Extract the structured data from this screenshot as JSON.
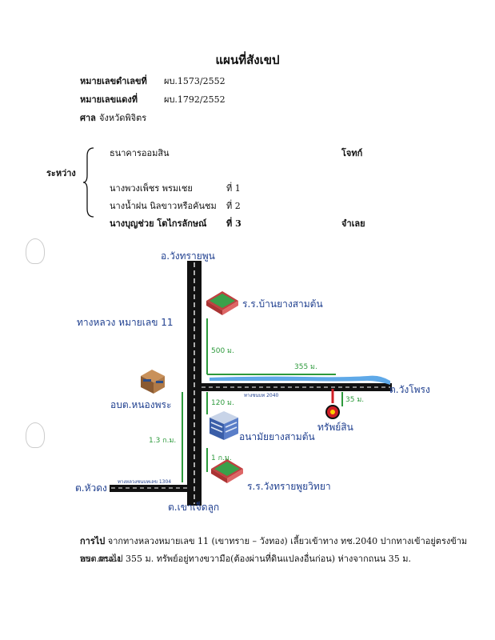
{
  "title": "แผนที่สังเขป",
  "header": {
    "black_case_label": "หมายเลขดำเลขที่",
    "black_case_value": "ผบ.1573/2552",
    "red_case_label": "หมายเลขแดงที่",
    "red_case_value": "ผบ.1792/2552",
    "court_label": "ศาล",
    "court_value": "จังหวัดพิจิตร"
  },
  "parties": {
    "between_label": "ระหว่าง",
    "plaintiff": "ธนาคารออมสิน",
    "plaintiff_role": "โจทก์",
    "defendants": [
      {
        "name": "นางพวงเพ็ชร พรมเชย",
        "num": "ที่ 1"
      },
      {
        "name": "นางน้ำฝน นิลขาวหรือคันชม",
        "num": "ที่ 2"
      },
      {
        "name": "นางบุญช่วย โตไกรลักษณ์",
        "num": "ที่ 3"
      }
    ],
    "defendant_role": "จำเลย"
  },
  "map": {
    "north": "อ.วังทรายพูน",
    "south": "ต.เขาเจ็ดลูก",
    "west": "ต.หัวดง",
    "east": "ต.วังโพรง",
    "highway_label": "ทางหลวง หมายเลข 11",
    "road_2040_label": "ทางชนบท 2040",
    "road_1304_label": "ทางหลวงชนบทเลข 1304",
    "school1": "ร.ร.บ้านยางสามต้น",
    "school2": "ร.ร.วังทรายพูยวิทยา",
    "tao": "อบต.หนองพระ",
    "health": "อนามัยยางสามต้น",
    "property": "ทรัพย์สิน",
    "dist_500": "500 ม.",
    "dist_355": "355 ม.",
    "dist_35": "35 ม.",
    "dist_120": "120 ม.",
    "dist_1_3": "1.3 ก.ม.",
    "dist_1": "1 ก.ม."
  },
  "description": {
    "lead": "การไป",
    "line1": " จากทางหลวงหมายเลข 11 (เขาทราย – วังทอง) เลี้ยวเข้าทาง ทช.2040 ปากทางเข้าอยู่ตรงข้าม อบต.หนอง",
    "line2": "พระ ตรงไป 355 ม. ทรัพย์อยู่ทางขวามือ(ต้องผ่านที่ดินแปลงอื่นก่อน) ห่างจากถนน 35 ม."
  },
  "colors": {
    "label_blue": "#1f3f8f",
    "distance_green": "#2d9a3c",
    "river_blue": "#5fa9e8",
    "property_red": "#d01f26"
  }
}
